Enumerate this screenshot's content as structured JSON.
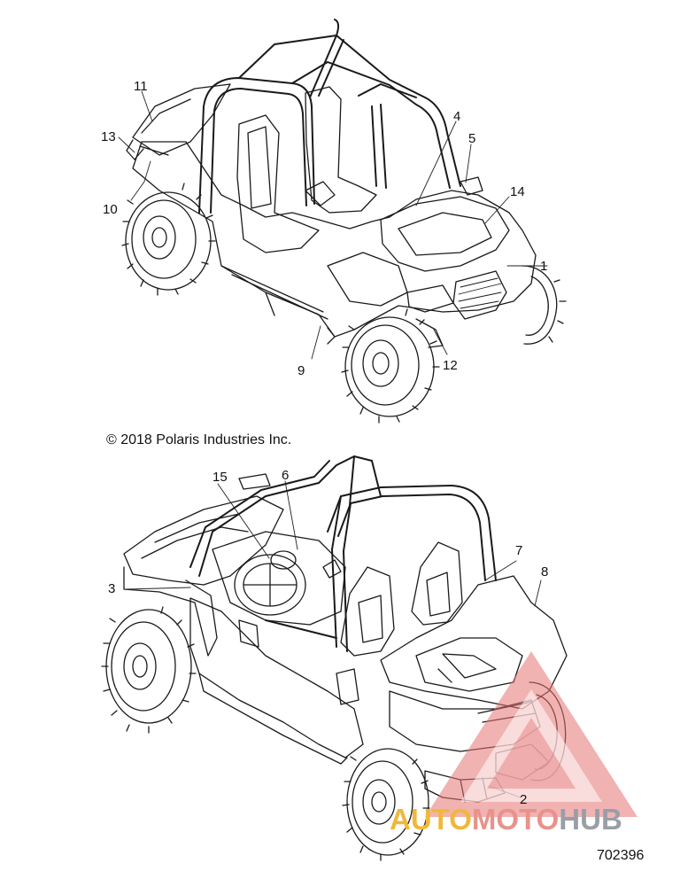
{
  "copyright": "© 2018 Polaris Industries Inc.",
  "figure_number": "702396",
  "watermark": {
    "part1": "AUTO",
    "part2": "MOTO",
    "part3": "HUB",
    "colors": {
      "auto": "#f0b83a",
      "moto": "#e9928c",
      "hub": "#9a9ea6",
      "triangle": "#e57373"
    }
  },
  "top_view_callouts": [
    "1",
    "4",
    "5",
    "9",
    "10",
    "11",
    "12",
    "13",
    "14"
  ],
  "bottom_view_callouts": [
    "2",
    "3",
    "6",
    "7",
    "8",
    "15"
  ],
  "callouts": {
    "c1": "1",
    "c2": "2",
    "c3": "3",
    "c4": "4",
    "c5": "5",
    "c6": "6",
    "c7": "7",
    "c8": "8",
    "c9": "9",
    "c10": "10",
    "c11": "11",
    "c12": "12",
    "c13": "13",
    "c14": "14",
    "c15": "15"
  }
}
